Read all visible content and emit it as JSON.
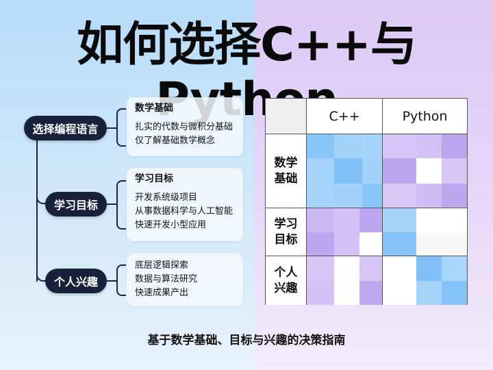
{
  "title": "如何选择C++与Python",
  "mindmap": {
    "root": {
      "label": "选择编程语言"
    },
    "nodes": [
      {
        "label": "学习目标"
      },
      {
        "label": "个人兴趣"
      }
    ],
    "cards": [
      {
        "title": "数学基础",
        "lines": [
          "扎实的代数与微积分基础",
          "仅了解基础数学概念"
        ]
      },
      {
        "title": "学习目标",
        "lines": [
          "开发系统级项目",
          "从事数据科学与人工智能",
          "快速开发小型应用"
        ]
      },
      {
        "title": "",
        "lines": [
          "底层逻辑探索",
          "数据与算法研究",
          "快速成果产出"
        ]
      }
    ]
  },
  "table": {
    "columns": [
      "C++",
      "Python"
    ],
    "rows": [
      {
        "label_line1": "数学",
        "label_line2": "基础"
      },
      {
        "label_line1": "学习",
        "label_line2": "目标"
      },
      {
        "label_line1": "个人",
        "label_line2": "兴趣"
      }
    ],
    "colors": {
      "blue_dark": "#7ec0f8",
      "blue_mid": "#94cbfa",
      "blue_light": "#aad6fb",
      "purple_dark": "#bca6f0",
      "purple_mid": "#cbb8f3",
      "purple_light": "#d9c9f6",
      "white": "#ffffff",
      "offwhite": "#f8f8f8"
    }
  },
  "footer": "基于数学基础、目标与兴趣的决策指南"
}
